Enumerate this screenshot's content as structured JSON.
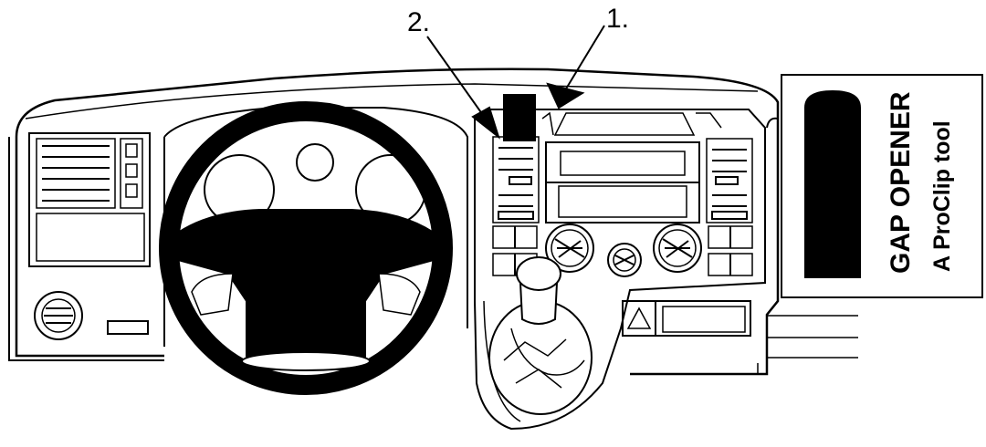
{
  "labels": {
    "marker_1": "1.",
    "marker_2": "2."
  },
  "tool": {
    "title": "GAP OPENER",
    "subtitle": "A ProClip tool"
  },
  "colors": {
    "ink": "#000000",
    "paper": "#ffffff"
  }
}
